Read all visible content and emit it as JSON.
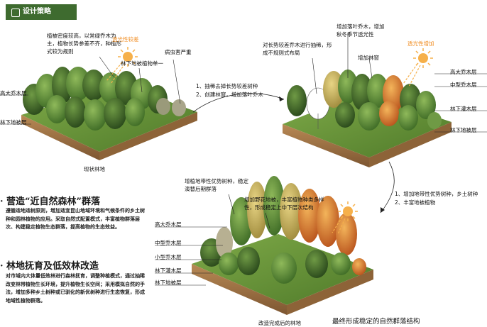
{
  "header": {
    "title": "设计策略"
  },
  "diagram1": {
    "note_density": "植被密度较高，以常绿乔木为主，植物长势参差不齐，种植形式较为规则",
    "note_light": "透光性较差",
    "note_single": "林下地被植物单一",
    "note_pest": "病虫害严重",
    "layer_high": "高大乔木层",
    "layer_under": "林下地被层",
    "caption": "现状林地"
  },
  "arrow1": {
    "step1": "1、抽稀去掉长势较差树种",
    "step2": "2、创建林窗，增加落叶乔木"
  },
  "diagram2": {
    "note_thin": "对长势较差乔木进行抽稀，形成不规则式布局",
    "note_deciduous": "增加落叶乔木，增加秋冬季节透光性",
    "note_window": "增加林窗",
    "note_light": "透光性增加",
    "layers": [
      "高大乔木层",
      "中型乔木层",
      "林下灌木层",
      "林下地被层"
    ]
  },
  "arrow2": {
    "step1": "1、增加地带性优势树种，乡土树种",
    "step2": "2、丰富地被植物"
  },
  "diagram3": {
    "note_species": "增植地带性优势树种，稳定演替后期群落",
    "note_flowers": "增加野花地被，丰富植物种类多样性，形成稳定上中下层次结构",
    "layers": [
      "高大乔木层",
      "中型乔木层",
      "小型乔木层",
      "林下灌木层",
      "林下地被层"
    ],
    "caption": "改造完成后的林地",
    "final": "最终形成稳定的自然群落结构"
  },
  "section1": {
    "title": "· 营造“近自然森林”群落",
    "body": "遵循适地适树原则，增加适宜昆山地域环境和气候条件的乡土树种和园林植物的应用。采取自然式配置模式，丰富植物群落层次、构建稳定植物生态群落，提高植物的生态效益。"
  },
  "section2": {
    "title": "· 林地抚育及低效林改造",
    "body": "对市域内大体量低效林进行森林抚育，调整种植模式，通过抽稀改变林带植物生长环境，提升植物生长空间；采用模拟自然的手法，增加多种乡土树种或已驯化的新优树种进行生态恢复，形成地域性植物群落。"
  },
  "colors": {
    "header": "#3e6b2f",
    "accent": "#f08a1c",
    "soil": "#a87a45",
    "grass": "#6d9a3c"
  }
}
